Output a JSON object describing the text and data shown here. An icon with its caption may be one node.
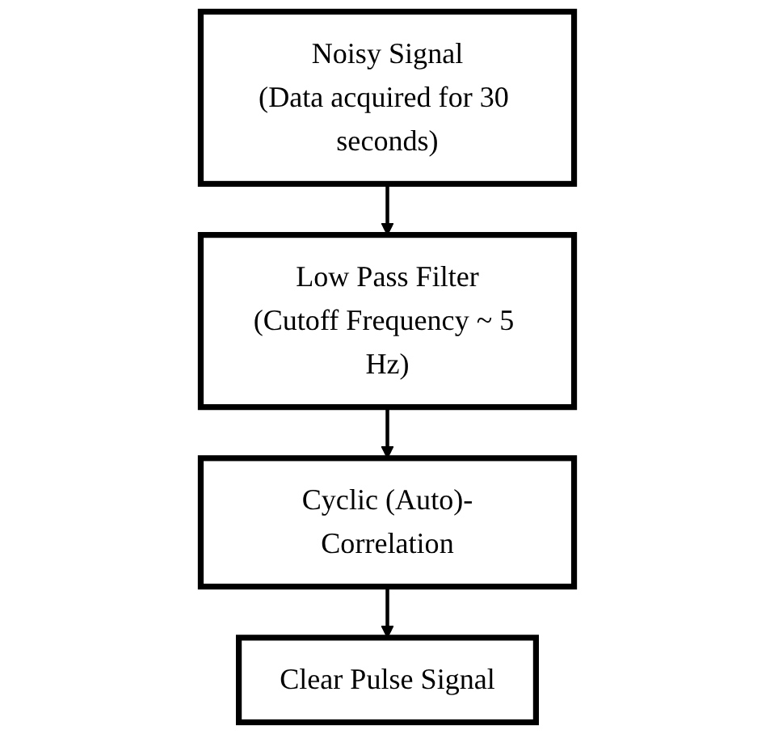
{
  "diagram": {
    "nodes": [
      {
        "text": [
          "Noisy Signal",
          "(Data acquired for 30 seconds)"
        ]
      },
      {
        "text": [
          "Low Pass Filter",
          "(Cutoff Frequency ~ 5 Hz)"
        ]
      },
      {
        "text": [
          "Cyclic (Auto)-Correlation"
        ]
      },
      {
        "text": [
          "Clear Pulse Signal"
        ]
      }
    ],
    "edges": [
      {
        "from": 0,
        "to": 1,
        "arrow": "to"
      },
      {
        "from": 1,
        "to": 2,
        "arrow": "to"
      },
      {
        "from": 2,
        "to": 3,
        "arrow": "to"
      }
    ]
  }
}
